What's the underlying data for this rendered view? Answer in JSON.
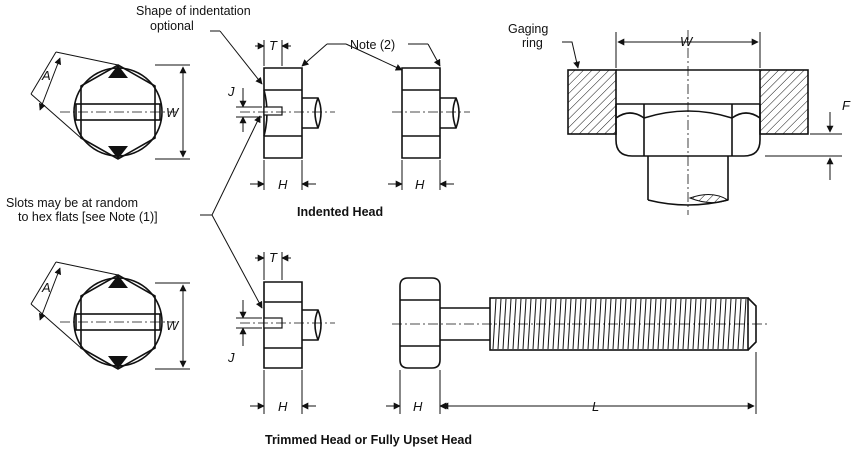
{
  "labels": {
    "shape_indentation_1": "Shape of indentation",
    "shape_indentation_2": "optional",
    "note2": "Note (2)",
    "gaging_1": "Gaging",
    "gaging_2": "ring",
    "slots_1": "Slots may be at random",
    "slots_2": "to hex flats [see Note (1)]",
    "caption_indented": "Indented Head",
    "caption_trimmed": "Trimmed Head or Fully Upset Head"
  },
  "dims": {
    "A": "A",
    "W": "W",
    "J": "J",
    "T": "T",
    "H": "H",
    "F": "F",
    "L": "L"
  },
  "colors": {
    "ink": "#111111",
    "paper": "#ffffff"
  }
}
